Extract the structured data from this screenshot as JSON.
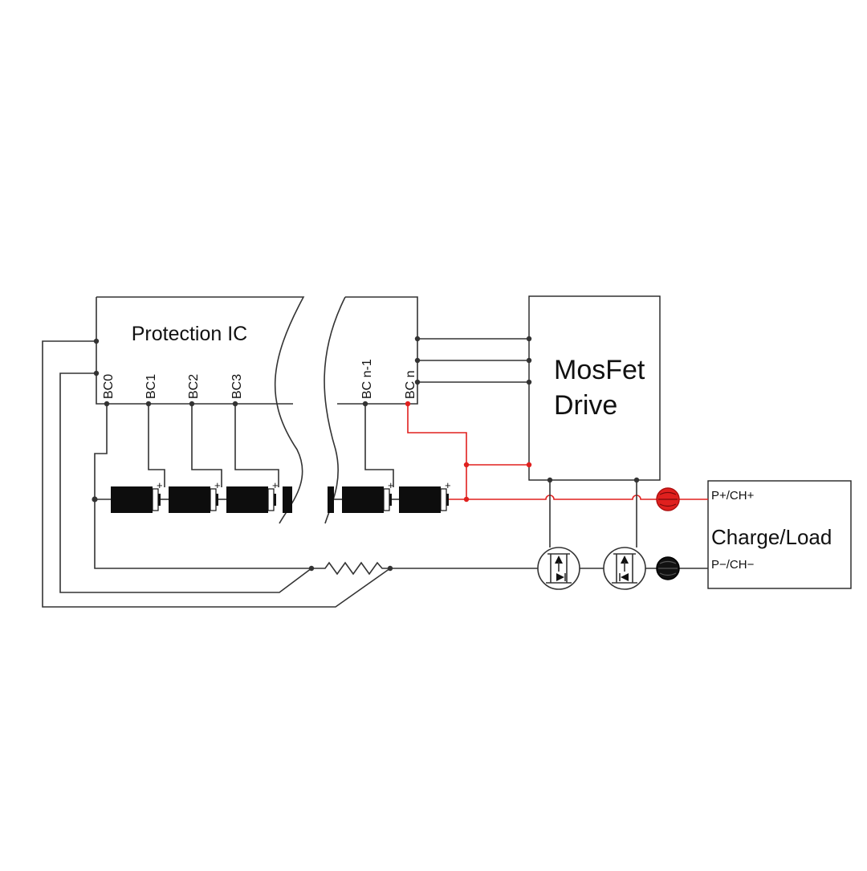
{
  "protection_ic": {
    "title": "Protection IC",
    "pins": [
      "BC0",
      "BC1",
      "BC2",
      "BC3",
      "BC n-1",
      "BC n"
    ]
  },
  "mosfet_drive": {
    "line1": "MosFet",
    "line2": "Drive"
  },
  "charge_load": {
    "title": "Charge/Load",
    "positive_label": "P+/CH+",
    "negative_label": "P−/CH−"
  },
  "battery": {
    "plus_sign": "+"
  },
  "colors": {
    "wire": "#333333",
    "positive_wire": "#e0201e",
    "positive_terminal": "#e0201e",
    "negative_terminal": "#111111"
  }
}
